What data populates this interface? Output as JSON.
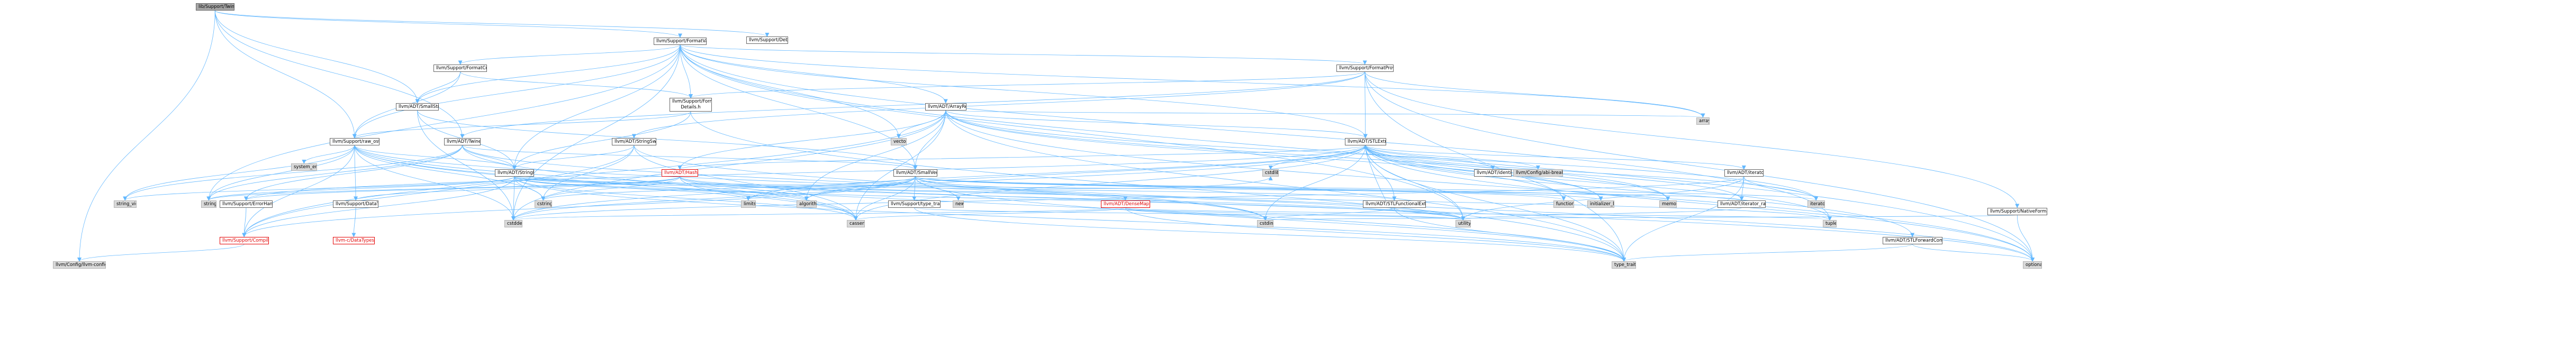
{
  "graph": {
    "edge_color": "#63b8ff",
    "nodes": [
      {
        "id": "root",
        "label": "lib/Support/Twine.cpp",
        "style": "root"
      },
      {
        "id": "fmtvariadic",
        "label": "llvm/Support/FormatVariadic.h",
        "style": "white"
      },
      {
        "id": "debug",
        "label": "llvm/Support/Debug.h",
        "style": "white"
      },
      {
        "id": "fmtcommon",
        "label": "llvm/Support/FormatCommon.h",
        "style": "white"
      },
      {
        "id": "fmtproviders",
        "label": "llvm/Support/FormatProviders.h",
        "style": "white"
      },
      {
        "id": "fmtvardetails",
        "label": "llvm/Support/FormatVariadic Details.h",
        "style": "white"
      },
      {
        "id": "smallstring",
        "label": "llvm/ADT/SmallString.h",
        "style": "white"
      },
      {
        "id": "arrayref",
        "label": "llvm/ADT/ArrayRef.h",
        "style": "white"
      },
      {
        "id": "rawostream",
        "label": "llvm/Support/raw_ostream.h",
        "style": "white"
      },
      {
        "id": "twine",
        "label": "llvm/ADT/Twine.h",
        "style": "white"
      },
      {
        "id": "stringswitch",
        "label": "llvm/ADT/StringSwitch.h",
        "style": "white"
      },
      {
        "id": "stlextras",
        "label": "llvm/ADT/STLExtras.h",
        "style": "white"
      },
      {
        "id": "systemerror",
        "label": "system_error",
        "style": "gray"
      },
      {
        "id": "stringref",
        "label": "llvm/ADT/StringRef.h",
        "style": "white"
      },
      {
        "id": "hashing",
        "label": "llvm/ADT/Hashing.h",
        "style": "red"
      },
      {
        "id": "smallvector",
        "label": "llvm/ADT/SmallVector.h",
        "style": "white"
      },
      {
        "id": "vector",
        "label": "vector",
        "style": "gray"
      },
      {
        "id": "array",
        "label": "array",
        "style": "gray"
      },
      {
        "id": "nativeformatting",
        "label": "llvm/Support/NativeFormatting.h",
        "style": "white"
      },
      {
        "id": "stringview",
        "label": "string_view",
        "style": "gray"
      },
      {
        "id": "string",
        "label": "string",
        "style": "gray"
      },
      {
        "id": "errorhandling",
        "label": "llvm/Support/ErrorHandling.h",
        "style": "white"
      },
      {
        "id": "datatypes",
        "label": "llvm/Support/DataTypes.h",
        "style": "white"
      },
      {
        "id": "cstring",
        "label": "cstring",
        "style": "gray"
      },
      {
        "id": "limits",
        "label": "limits",
        "style": "gray"
      },
      {
        "id": "algorithm",
        "label": "algorithm",
        "style": "gray"
      },
      {
        "id": "typetraits_h",
        "label": "llvm/Support/type_traits.h",
        "style": "white"
      },
      {
        "id": "new",
        "label": "new",
        "style": "gray"
      },
      {
        "id": "densemapinfo",
        "label": "llvm/ADT/DenseMapInfo.h",
        "style": "red"
      },
      {
        "id": "cstdlib",
        "label": "cstdlib",
        "style": "gray"
      },
      {
        "id": "stlfunctional",
        "label": "llvm/ADT/STLFunctionalExtras.h",
        "style": "white"
      },
      {
        "id": "identity",
        "label": "llvm/ADT/identity.h",
        "style": "white"
      },
      {
        "id": "abibreaking",
        "label": "llvm/Config/abi-breaking.h",
        "style": "gray"
      },
      {
        "id": "adtiterator",
        "label": "llvm/ADT/iterator.h",
        "style": "white"
      },
      {
        "id": "iteratorrange",
        "label": "llvm/ADT/iterator_range.h",
        "style": "white"
      },
      {
        "id": "functional",
        "label": "functional",
        "style": "gray"
      },
      {
        "id": "initlist",
        "label": "initializer_list",
        "style": "gray"
      },
      {
        "id": "memory",
        "label": "memory",
        "style": "gray"
      },
      {
        "id": "iterator",
        "label": "iterator",
        "style": "gray"
      },
      {
        "id": "stlforward",
        "label": "llvm/ADT/STLForwardCompat.h",
        "style": "white"
      },
      {
        "id": "compiler",
        "label": "llvm/Support/Compiler.h",
        "style": "red"
      },
      {
        "id": "cdatatypes",
        "label": "llvm-c/DataTypes.h",
        "style": "red"
      },
      {
        "id": "cstddef",
        "label": "cstddef",
        "style": "gray"
      },
      {
        "id": "cassert",
        "label": "cassert",
        "style": "gray"
      },
      {
        "id": "cstdint",
        "label": "cstdint",
        "style": "gray"
      },
      {
        "id": "utility",
        "label": "utility",
        "style": "gray"
      },
      {
        "id": "tuple",
        "label": "tuple",
        "style": "gray"
      },
      {
        "id": "typetraits",
        "label": "type_traits",
        "style": "gray"
      },
      {
        "id": "optional",
        "label": "optional",
        "style": "gray"
      },
      {
        "id": "llvmconfig",
        "label": "llvm/Config/llvm-config.h",
        "style": "gray"
      }
    ],
    "edges": [
      [
        "root",
        "fmtvariadic"
      ],
      [
        "root",
        "debug"
      ],
      [
        "root",
        "smallstring"
      ],
      [
        "root",
        "twine"
      ],
      [
        "root",
        "rawostream"
      ],
      [
        "root",
        "llvmconfig"
      ],
      [
        "fmtvariadic",
        "fmtcommon"
      ],
      [
        "fmtvariadic",
        "fmtproviders"
      ],
      [
        "fmtvariadic",
        "fmtvardetails"
      ],
      [
        "fmtvariadic",
        "arrayref"
      ],
      [
        "fmtvariadic",
        "stlextras"
      ],
      [
        "fmtvariadic",
        "smallstring"
      ],
      [
        "fmtvariadic",
        "smallvector"
      ],
      [
        "fmtvariadic",
        "stringref"
      ],
      [
        "fmtvariadic",
        "rawostream"
      ],
      [
        "fmtvariadic",
        "array"
      ],
      [
        "fmtvariadic",
        "cstddef"
      ],
      [
        "fmtvariadic",
        "optional"
      ],
      [
        "fmtvariadic",
        "string"
      ],
      [
        "fmtvariadic",
        "tuple"
      ],
      [
        "fmtvariadic",
        "utility"
      ],
      [
        "fmtvariadic",
        "vector"
      ],
      [
        "fmtcommon",
        "smallstring"
      ],
      [
        "fmtcommon",
        "fmtvardetails"
      ],
      [
        "fmtcommon",
        "rawostream"
      ],
      [
        "fmtproviders",
        "stlextras"
      ],
      [
        "fmtproviders",
        "stringswitch"
      ],
      [
        "fmtproviders",
        "twine"
      ],
      [
        "fmtproviders",
        "fmtvardetails"
      ],
      [
        "fmtproviders",
        "nativeformatting"
      ],
      [
        "fmtproviders",
        "array"
      ],
      [
        "fmtproviders",
        "optional"
      ],
      [
        "fmtproviders",
        "type_traits"
      ],
      [
        "fmtvardetails",
        "stringref"
      ],
      [
        "fmtvardetails",
        "rawostream"
      ],
      [
        "fmtvardetails",
        "type_traits"
      ],
      [
        "smallstring",
        "smallvector"
      ],
      [
        "smallstring",
        "stringref"
      ],
      [
        "smallstring",
        "cstddef"
      ],
      [
        "arrayref",
        "hashing"
      ],
      [
        "arrayref",
        "smallvector"
      ],
      [
        "arrayref",
        "stlextras"
      ],
      [
        "arrayref",
        "compiler"
      ],
      [
        "arrayref",
        "algorithm"
      ],
      [
        "arrayref",
        "array"
      ],
      [
        "arrayref",
        "cassert"
      ],
      [
        "arrayref",
        "cstddef"
      ],
      [
        "arrayref",
        "initlist"
      ],
      [
        "arrayref",
        "iterator"
      ],
      [
        "arrayref",
        "memory"
      ],
      [
        "arrayref",
        "optional"
      ],
      [
        "arrayref",
        "type_traits"
      ],
      [
        "arrayref",
        "vector"
      ],
      [
        "rawostream",
        "stringref"
      ],
      [
        "rawostream",
        "datatypes"
      ],
      [
        "rawostream",
        "cassert"
      ],
      [
        "rawostream",
        "cstddef"
      ],
      [
        "rawostream",
        "cstdint"
      ],
      [
        "rawostream",
        "cstring"
      ],
      [
        "rawostream",
        "optional"
      ],
      [
        "rawostream",
        "string"
      ],
      [
        "rawostream",
        "stringview"
      ],
      [
        "rawostream",
        "systemerror"
      ],
      [
        "rawostream",
        "type_traits"
      ],
      [
        "rawostream",
        "compiler"
      ],
      [
        "twine",
        "smallvector"
      ],
      [
        "twine",
        "stringref"
      ],
      [
        "twine",
        "errorhandling"
      ],
      [
        "twine",
        "cassert"
      ],
      [
        "twine",
        "cstdint"
      ],
      [
        "twine",
        "string"
      ],
      [
        "twine",
        "stringview"
      ],
      [
        "stringswitch",
        "stringref"
      ],
      [
        "stringswitch",
        "compiler"
      ],
      [
        "stringswitch",
        "cassert"
      ],
      [
        "stringswitch",
        "cstring"
      ],
      [
        "stringswitch",
        "optional"
      ],
      [
        "stlextras",
        "hashing"
      ],
      [
        "stlextras",
        "stlforward"
      ],
      [
        "stlextras",
        "stlfunctional"
      ],
      [
        "stlextras",
        "identity"
      ],
      [
        "stlextras",
        "adtiterator"
      ],
      [
        "stlextras",
        "iteratorrange"
      ],
      [
        "stlextras",
        "abibreaking"
      ],
      [
        "stlextras",
        "errorhandling"
      ],
      [
        "stlextras",
        "algorithm"
      ],
      [
        "stlextras",
        "cassert"
      ],
      [
        "stlextras",
        "cstddef"
      ],
      [
        "stlextras",
        "cstdint"
      ],
      [
        "stlextras",
        "cstdlib"
      ],
      [
        "stlextras",
        "functional"
      ],
      [
        "stlextras",
        "initlist"
      ],
      [
        "stlextras",
        "iterator"
      ],
      [
        "stlextras",
        "limits"
      ],
      [
        "stlextras",
        "memory"
      ],
      [
        "stlextras",
        "optional"
      ],
      [
        "stlextras",
        "tuple"
      ],
      [
        "stlextras",
        "type_traits"
      ],
      [
        "stlextras",
        "utility"
      ],
      [
        "stringref",
        "densemapinfo"
      ],
      [
        "stringref",
        "stlfunctional"
      ],
      [
        "stringref",
        "iteratorrange"
      ],
      [
        "stringref",
        "compiler"
      ],
      [
        "stringref",
        "algorithm"
      ],
      [
        "stringref",
        "cassert"
      ],
      [
        "stringref",
        "cstddef"
      ],
      [
        "stringref",
        "cstring"
      ],
      [
        "stringref",
        "limits"
      ],
      [
        "stringref",
        "string"
      ],
      [
        "stringref",
        "stringview"
      ],
      [
        "stringref",
        "type_traits"
      ],
      [
        "stringref",
        "utility"
      ],
      [
        "hashing",
        "errorhandling"
      ],
      [
        "hashing",
        "datatypes"
      ],
      [
        "hashing",
        "algorithm"
      ],
      [
        "hashing",
        "cassert"
      ],
      [
        "hashing",
        "cstring"
      ],
      [
        "hashing",
        "string"
      ],
      [
        "hashing",
        "tuple"
      ],
      [
        "hashing",
        "utility"
      ],
      [
        "smallvector",
        "compiler"
      ],
      [
        "smallvector",
        "typetraits_h"
      ],
      [
        "smallvector",
        "algorithm"
      ],
      [
        "smallvector",
        "cassert"
      ],
      [
        "smallvector",
        "cstddef"
      ],
      [
        "smallvector",
        "cstdlib"
      ],
      [
        "smallvector",
        "cstring"
      ],
      [
        "smallvector",
        "functional"
      ],
      [
        "smallvector",
        "initlist"
      ],
      [
        "smallvector",
        "iterator"
      ],
      [
        "smallvector",
        "limits"
      ],
      [
        "smallvector",
        "memory"
      ],
      [
        "smallvector",
        "new"
      ],
      [
        "smallvector",
        "type_traits"
      ],
      [
        "smallvector",
        "utility"
      ],
      [
        "nativeformatting",
        "optional"
      ],
      [
        "nativeformatting",
        "cstdint"
      ],
      [
        "errorhandling",
        "compiler"
      ],
      [
        "datatypes",
        "cdatatypes"
      ],
      [
        "typetraits_h",
        "type_traits"
      ],
      [
        "typetraits_h",
        "utility"
      ],
      [
        "densemapinfo",
        "cassert"
      ],
      [
        "densemapinfo",
        "cstddef"
      ],
      [
        "densemapinfo",
        "cstdint"
      ],
      [
        "densemapinfo",
        "tuple"
      ],
      [
        "densemapinfo",
        "type_traits"
      ],
      [
        "densemapinfo",
        "utility"
      ],
      [
        "stlfunctional",
        "stlextras"
      ],
      [
        "stlfunctional",
        "cstdint"
      ],
      [
        "stlfunctional",
        "type_traits"
      ],
      [
        "stlfunctional",
        "utility"
      ],
      [
        "adtiterator",
        "iteratorrange"
      ],
      [
        "adtiterator",
        "cstddef"
      ],
      [
        "adtiterator",
        "iterator"
      ],
      [
        "adtiterator",
        "type_traits"
      ],
      [
        "adtiterator",
        "utility"
      ],
      [
        "iteratorrange",
        "utility"
      ],
      [
        "stlforward",
        "optional"
      ],
      [
        "stlforward",
        "type_traits"
      ],
      [
        "compiler",
        "llvmconfig"
      ]
    ]
  }
}
